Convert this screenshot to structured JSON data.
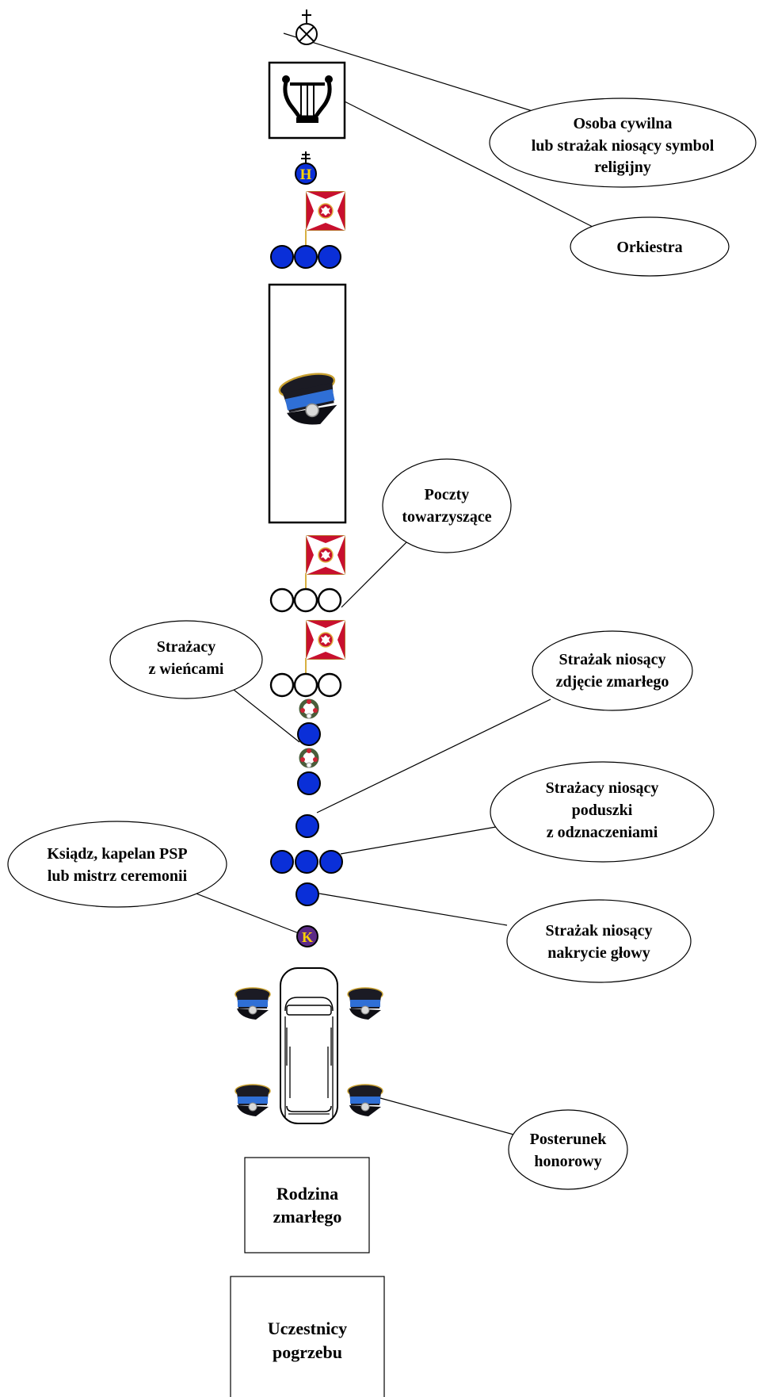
{
  "labels": {
    "civil": [
      "Osoba cywilna",
      "lub strażak niosący symbol",
      "religijny"
    ],
    "orchestra": [
      "Orkiestra"
    ],
    "escort_posts": [
      "Poczty",
      "towarzyszące"
    ],
    "wreaths": [
      "Strażacy",
      "z wieńcami"
    ],
    "photo": [
      "Strażak niosący",
      "zdjęcie zmarłego"
    ],
    "cushions": [
      "Strażacy niosący",
      "poduszki",
      "z odznaczeniami"
    ],
    "priest": [
      "Ksiądz, kapelan PSP",
      "lub mistrz ceremonii"
    ],
    "headgear": [
      "Strażak niosący",
      "nakrycie głowy"
    ],
    "guard": [
      "Posterunek",
      "honorowy"
    ],
    "family": [
      "Rodzina",
      "zmarłego"
    ],
    "participants": [
      "Uczestnicy",
      "pogrzebu"
    ]
  },
  "markers": {
    "h": "H",
    "k": "K"
  },
  "colors": {
    "firefighter": "#0a2fd8",
    "priest": "#5b2a86",
    "letter": "#ffd400",
    "flag_red": "#c8102e",
    "cap_band": "#2f6fd6"
  },
  "icons": [
    "cross-icon",
    "lyre-icon",
    "flag-icon",
    "cap-icon",
    "wreath-icon",
    "hearse-icon"
  ]
}
